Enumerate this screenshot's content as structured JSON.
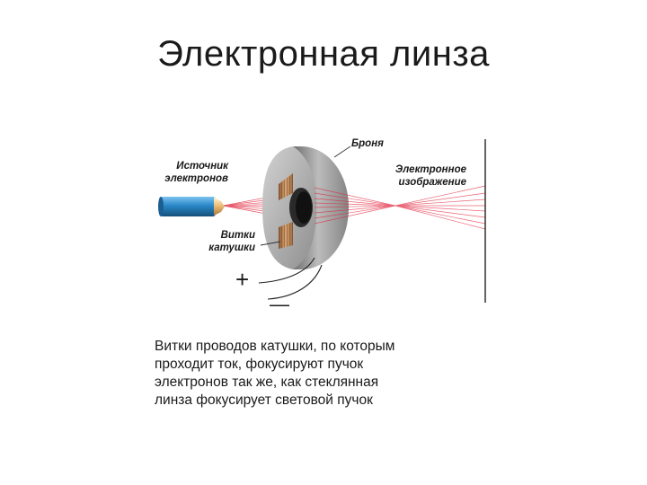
{
  "slide": {
    "title": "Электронная линза"
  },
  "diagram": {
    "labels": {
      "source_line1": "Источник",
      "source_line2": "электронов",
      "armor": "Броня",
      "image_line1": "Электронное",
      "image_line2": "изображение",
      "turns_line1": "Витки",
      "turns_line2": "катушки"
    },
    "signs": {
      "plus": "+",
      "minus": "—"
    },
    "colors": {
      "beam": "#e0233a",
      "emitter": "#2a88c8",
      "copper": "#c08a5a",
      "armor": "#9a9a9a"
    }
  },
  "caption": {
    "lines": [
      "Витки проводов катушки, по которым",
      "проходит ток, фокусируют пучок",
      "электронов так же, как стеклянная",
      "линза фокусирует световой пучок"
    ]
  }
}
